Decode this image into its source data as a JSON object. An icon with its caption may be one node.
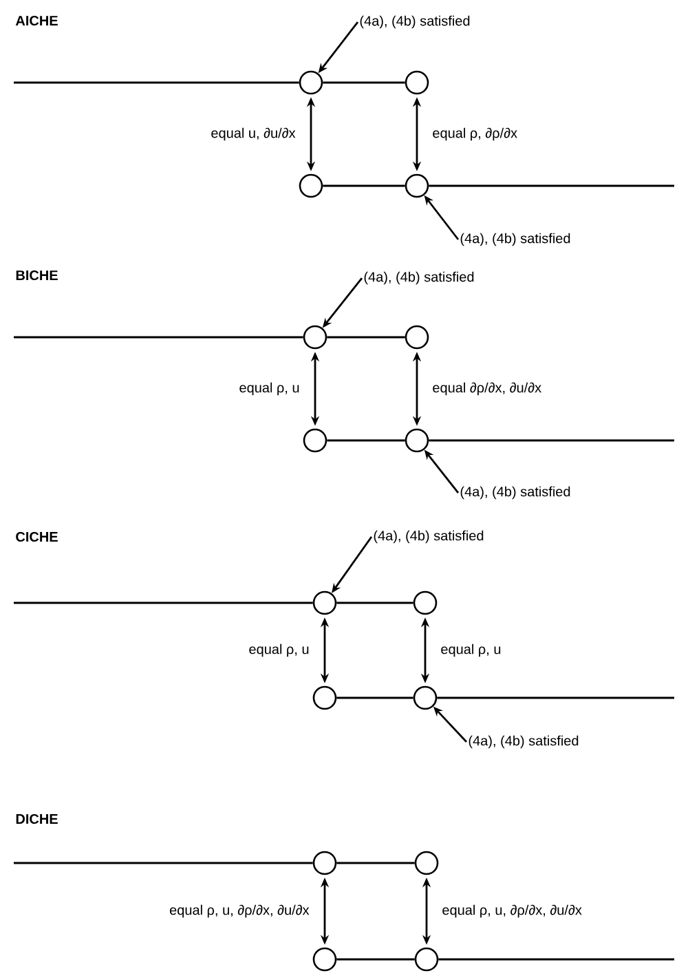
{
  "diagram": {
    "nodes": [
      {
        "text": [
          "(4a), (4b) satisfied"
        ]
      },
      {
        "text": [],
        "shape": "circle"
      },
      {
        "text": [],
        "shape": "circle"
      },
      {
        "text": [],
        "shape": "circle"
      },
      {
        "text": [],
        "shape": "circle"
      },
      {
        "text": [
          "(4a), (4b) satisfied"
        ]
      },
      {
        "text": [
          "(4a), (4b) satisfied"
        ]
      },
      {
        "text": [],
        "shape": "circle"
      },
      {
        "text": [],
        "shape": "circle"
      },
      {
        "text": [],
        "shape": "circle"
      },
      {
        "text": [],
        "shape": "circle"
      },
      {
        "text": [
          "(4a), (4b) satisfied"
        ]
      },
      {
        "text": [
          "(4a), (4b) satisfied"
        ]
      },
      {
        "text": [],
        "shape": "circle"
      },
      {
        "text": [],
        "shape": "circle"
      },
      {
        "text": [],
        "shape": "circle"
      },
      {
        "text": [],
        "shape": "circle"
      },
      {
        "text": [
          "(4a), (4b) satisfied"
        ]
      },
      {
        "text": [],
        "shape": "circle"
      },
      {
        "text": [],
        "shape": "circle"
      },
      {
        "text": [],
        "shape": "circle"
      },
      {
        "text": [],
        "shape": "circle"
      }
    ],
    "edges": [
      {
        "from": null,
        "to": 1,
        "arrow": "none"
      },
      {
        "from": 1,
        "to": 2,
        "arrow": "none"
      },
      {
        "from": 3,
        "to": 4,
        "arrow": "none"
      },
      {
        "from": 4,
        "to": null,
        "arrow": "none"
      },
      {
        "from": 1,
        "to": 3,
        "arrow": "both",
        "label": "equal u, ∂u/∂x"
      },
      {
        "from": 2,
        "to": 4,
        "arrow": "both",
        "label": "equal ρ, ∂ρ/∂x"
      },
      {
        "from": 0,
        "to": 1,
        "arrow": "to"
      },
      {
        "from": 5,
        "to": 4,
        "arrow": "to"
      },
      {
        "from": null,
        "to": 7,
        "arrow": "none"
      },
      {
        "from": 7,
        "to": 8,
        "arrow": "none"
      },
      {
        "from": 9,
        "to": 10,
        "arrow": "none"
      },
      {
        "from": 10,
        "to": null,
        "arrow": "none"
      },
      {
        "from": 7,
        "to": 9,
        "arrow": "both",
        "label": "equal ρ, u"
      },
      {
        "from": 8,
        "to": 10,
        "arrow": "both",
        "label": "equal ∂ρ/∂x, ∂u/∂x"
      },
      {
        "from": 6,
        "to": 7,
        "arrow": "to"
      },
      {
        "from": 11,
        "to": 10,
        "arrow": "to"
      },
      {
        "from": null,
        "to": 13,
        "arrow": "none"
      },
      {
        "from": 13,
        "to": 14,
        "arrow": "none"
      },
      {
        "from": 15,
        "to": 16,
        "arrow": "none"
      },
      {
        "from": 16,
        "to": null,
        "arrow": "none"
      },
      {
        "from": 13,
        "to": 15,
        "arrow": "both",
        "label": "equal ρ, u"
      },
      {
        "from": 14,
        "to": 16,
        "arrow": "both",
        "label": "equal ρ, u"
      },
      {
        "from": 12,
        "to": 13,
        "arrow": "to"
      },
      {
        "from": 17,
        "to": 16,
        "arrow": "to"
      },
      {
        "from": null,
        "to": 18,
        "arrow": "none"
      },
      {
        "from": 18,
        "to": 19,
        "arrow": "none"
      },
      {
        "from": 20,
        "to": 21,
        "arrow": "none"
      },
      {
        "from": 21,
        "to": null,
        "arrow": "none"
      },
      {
        "from": 18,
        "to": 20,
        "arrow": "both",
        "label": "equal ρ, u, ∂ρ/∂x, ∂u/∂x"
      },
      {
        "from": 19,
        "to": 21,
        "arrow": "both",
        "label": "equal ρ, u, ∂ρ/∂x, ∂u/∂x"
      }
    ],
    "labels": [
      "AICHE",
      "BICHE",
      "CICHE",
      "DICHE"
    ]
  }
}
